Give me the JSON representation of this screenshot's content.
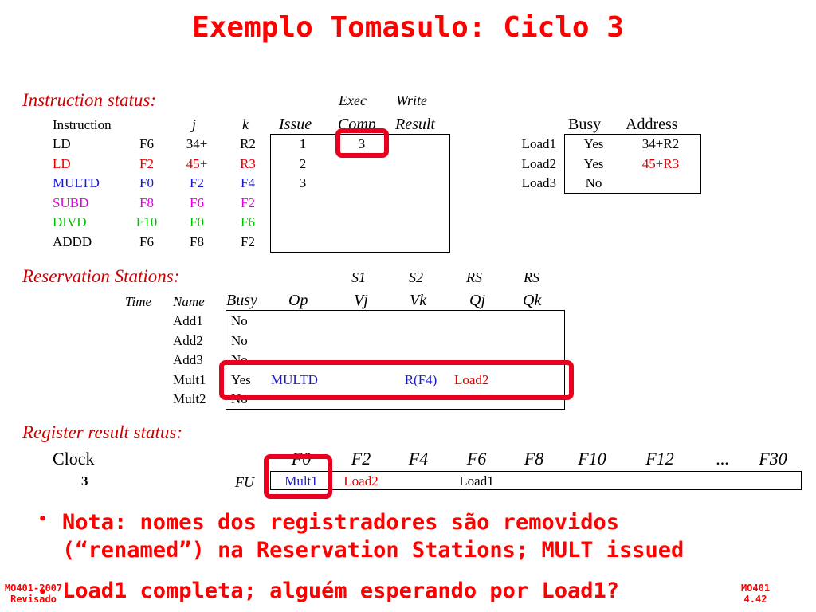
{
  "title": "Exemplo Tomasulo: Ciclo 3",
  "instruction_status": {
    "section_label": "Instruction status:",
    "header_exec": "Exec",
    "header_write": "Write",
    "col_instruction": "Instruction",
    "col_j": "j",
    "col_k": "k",
    "col_issue": "Issue",
    "col_comp": "Comp",
    "col_result": "Result",
    "rows": [
      {
        "op": "LD",
        "dest": "F6",
        "j": "34+",
        "k": "R2",
        "issue": "1",
        "comp": "3",
        "result": ""
      },
      {
        "op": "LD",
        "dest": "F2",
        "j": "45+",
        "k": "R3",
        "issue": "2",
        "comp": "",
        "result": ""
      },
      {
        "op": "MULTD",
        "dest": "F0",
        "j": "F2",
        "k": "F4",
        "issue": "3",
        "comp": "",
        "result": ""
      },
      {
        "op": "SUBD",
        "dest": "F8",
        "j": "F6",
        "k": "F2",
        "issue": "",
        "comp": "",
        "result": ""
      },
      {
        "op": "DIVD",
        "dest": "F10",
        "j": "F0",
        "k": "F6",
        "issue": "",
        "comp": "",
        "result": ""
      },
      {
        "op": "ADDD",
        "dest": "F6",
        "j": "F8",
        "k": "F2",
        "issue": "",
        "comp": "",
        "result": ""
      }
    ],
    "row_colors": [
      "#000000",
      "#e60000",
      "#1a1acc",
      "#e000e0",
      "#00c000",
      "#000000"
    ]
  },
  "load_buffers": {
    "col_busy": "Busy",
    "col_address": "Address",
    "rows": [
      {
        "name": "Load1",
        "busy": "Yes",
        "address": "34+R2"
      },
      {
        "name": "Load2",
        "busy": "Yes",
        "address": "45+R3"
      },
      {
        "name": "Load3",
        "busy": "No",
        "address": ""
      }
    ]
  },
  "reservation_stations": {
    "section_label": "Reservation Stations:",
    "hdr_s1": "S1",
    "hdr_s2": "S2",
    "hdr_rs1": "RS",
    "hdr_rs2": "RS",
    "col_time": "Time",
    "col_name": "Name",
    "col_busy": "Busy",
    "col_op": "Op",
    "col_vj": "Vj",
    "col_vk": "Vk",
    "col_qj": "Qj",
    "col_qk": "Qk",
    "rows": [
      {
        "time": "",
        "name": "Add1",
        "busy": "No",
        "op": "",
        "vj": "",
        "vk": "",
        "qj": "",
        "qk": ""
      },
      {
        "time": "",
        "name": "Add2",
        "busy": "No",
        "op": "",
        "vj": "",
        "vk": "",
        "qj": "",
        "qk": ""
      },
      {
        "time": "",
        "name": "Add3",
        "busy": "No",
        "op": "",
        "vj": "",
        "vk": "",
        "qj": "",
        "qk": ""
      },
      {
        "time": "",
        "name": "Mult1",
        "busy": "Yes",
        "op": "MULTD",
        "vj": "",
        "vk": "R(F4)",
        "qj": "Load2",
        "qk": ""
      },
      {
        "time": "",
        "name": "Mult2",
        "busy": "No",
        "op": "",
        "vj": "",
        "vk": "",
        "qj": "",
        "qk": ""
      }
    ]
  },
  "register_result": {
    "section_label": "Register result status:",
    "clock_label": "Clock",
    "clock_value": "3",
    "fu_label": "FU",
    "registers": [
      "F0",
      "F2",
      "F4",
      "F6",
      "F8",
      "F10",
      "F12",
      "...",
      "F30"
    ],
    "fu_values": [
      "Mult1",
      "Load2",
      "",
      "Load1",
      "",
      "",
      "",
      "",
      ""
    ]
  },
  "notes": {
    "bullet": "•",
    "note1_line1": "Nota: nomes dos registradores são removidos",
    "note1_line2": "(“renamed”) na Reservation Stations; MULT issued",
    "note2": "Load1 completa; alguém esperando por Load1?"
  },
  "footer": {
    "left_line1": "MO401-2007",
    "left_line2": "Revisado",
    "right_line1": "MO401",
    "right_line2": "4.42"
  },
  "colors": {
    "accent_red": "#ff0000",
    "highlight_red": "#e8001e",
    "section_red": "#cc0000",
    "blue": "#1a1acc",
    "magenta": "#e000e0",
    "green": "#00c000"
  }
}
